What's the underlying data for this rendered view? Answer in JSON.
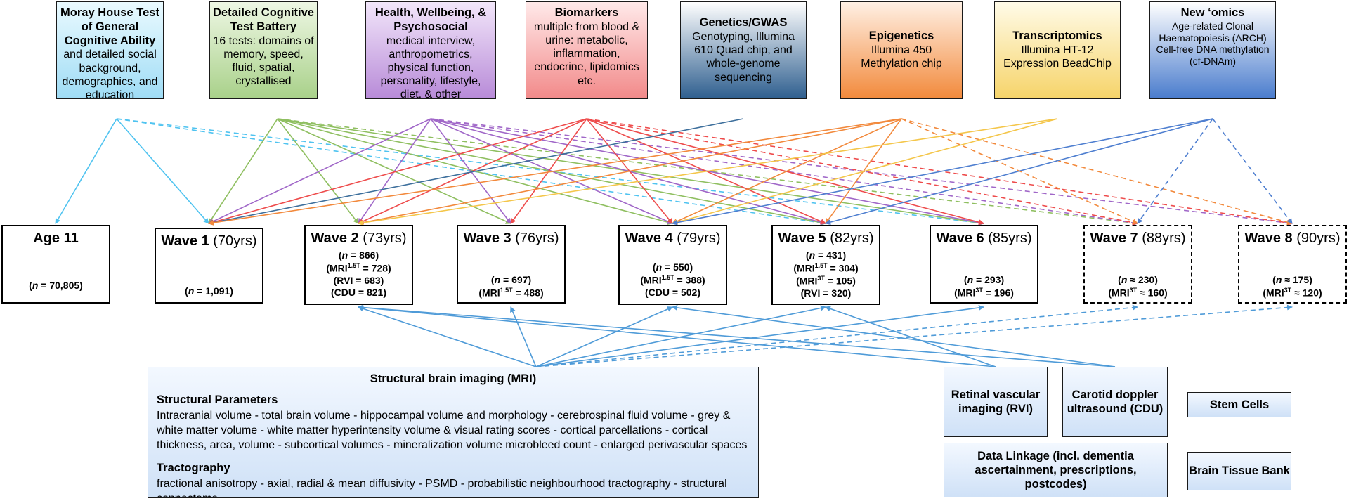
{
  "sources": [
    {
      "key": "moray",
      "title": "Moray House Test of General Cognitive Ability",
      "desc": "and detailed social background, demographics, and education",
      "color": "#4fc3f0"
    },
    {
      "key": "cognitive",
      "title": "Detailed Cognitive Test Battery",
      "desc": "16 tests: domains of memory, speed, fluid, spatial, crystallised",
      "color": "#8fbf60"
    },
    {
      "key": "health",
      "title": "Health, Wellbeing, & Psychosocial",
      "desc": "medical interview, anthropometrics, physical function, personality, lifestyle, diet, & other questionnaires",
      "color": "#a067c8"
    },
    {
      "key": "biomarkers",
      "title": "Biomarkers",
      "desc": "multiple from blood & urine: metabolic, inflammation, endocrine, lipidomics etc.",
      "color": "#ee4c4c"
    },
    {
      "key": "genetics",
      "title": "Genetics/GWAS",
      "desc": "Genotyping, Illumina 610 Quad chip, and whole-genome sequencing",
      "color": "#3d6f9c"
    },
    {
      "key": "epigenetics",
      "title": "Epigenetics",
      "desc": "Illumina 450 Methylation chip",
      "color": "#f2893c"
    },
    {
      "key": "transcriptomics",
      "title": "Transcriptomics",
      "desc": "Illumina HT-12 Expression BeadChip",
      "color": "#f4c64a"
    },
    {
      "key": "omics",
      "title": "New ‘omics",
      "desc": "Age-related Clonal Haematopoiesis (ARCH) Cell-free DNA methylation (cf-DNAm)",
      "color": "#4f7fd0"
    }
  ],
  "waves": [
    {
      "label": "Age 11",
      "age": "",
      "stats": [
        "(n = 70,805)"
      ]
    },
    {
      "label": "Wave 1",
      "age": "(70yrs)",
      "stats": [
        "(n = 1,091)"
      ]
    },
    {
      "label": "Wave 2",
      "age": "(73yrs)",
      "stats": [
        "(n = 866)",
        "(MRI1.5T = 728)",
        "(RVI = 683)",
        "(CDU = 821)"
      ]
    },
    {
      "label": "Wave 3",
      "age": "(76yrs)",
      "stats": [
        "(n = 697)",
        "(MRI1.5T = 488)"
      ]
    },
    {
      "label": "Wave 4",
      "age": "(79yrs)",
      "stats": [
        "(n = 550)",
        "(MRI1.5T = 388)",
        "(CDU = 502)"
      ]
    },
    {
      "label": "Wave 5",
      "age": "(82yrs)",
      "stats": [
        "(n = 431)",
        "(MRI1.5T = 304)",
        "(MRI3T = 105)",
        "(RVI = 320)"
      ]
    },
    {
      "label": "Wave 6",
      "age": "(85yrs)",
      "stats": [
        "(n = 293)",
        "(MRI3T = 196)"
      ]
    },
    {
      "label": "Wave 7",
      "age": "(88yrs)",
      "stats": [
        "(n ≈ 230)",
        "(MRI3T ≈ 160)"
      ]
    },
    {
      "label": "Wave 8",
      "age": "(90yrs)",
      "stats": [
        "(n ≈ 175)",
        "(MRI3T ≈ 120)"
      ]
    }
  ],
  "mri": {
    "title": "Structural brain imaging (MRI)",
    "structural_heading": "Structural Parameters",
    "structural_text": "Intracranial volume  -  total brain volume  -  hippocampal volume and morphology  -  cerebrospinal fluid volume  -  grey & white matter volume  -  white matter hyperintensity volume & visual rating scores  -  cortical parcellations  -  cortical thickness, area, volume  -  subcortical volumes  -  mineralization volume microbleed count  -  enlarged perivascular spaces",
    "tractography_heading": "Tractography",
    "tractography_text": "fractional anisotropy  - axial, radial & mean diffusivity  -  PSMD  -  probabilistic neighbourhood tractography  -  structural connectome"
  },
  "bottom_boxes": {
    "rvi": "Retinal vascular imaging (RVI)",
    "cdu": "Carotid doppler ultrasound (CDU)",
    "stem": "Stem Cells",
    "linkage": "Data Linkage (incl. dementia ascertainment, prescriptions, postcodes)",
    "brain_bank": "Brain Tissue Bank"
  }
}
